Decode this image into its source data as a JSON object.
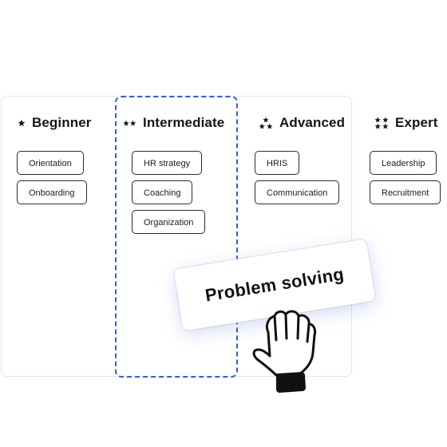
{
  "columns": [
    {
      "title": "Beginner",
      "level": 1,
      "chips": [
        "Orientation",
        "Onboarding"
      ]
    },
    {
      "title": "Intermediate",
      "level": 2,
      "chips": [
        "HR strategy",
        "Coaching",
        "Organization"
      ]
    },
    {
      "title": "Advanced",
      "level": 3,
      "chips": [
        "HRIS",
        "Communication"
      ]
    },
    {
      "title": "Expert",
      "level": 4,
      "chips": [
        "Leadership",
        "Recruitment"
      ]
    }
  ],
  "drag_card": {
    "label": "Problem solving"
  },
  "colors": {
    "accent": "#2f5bf0",
    "text": "#161616",
    "border": "#e4e4e4"
  }
}
